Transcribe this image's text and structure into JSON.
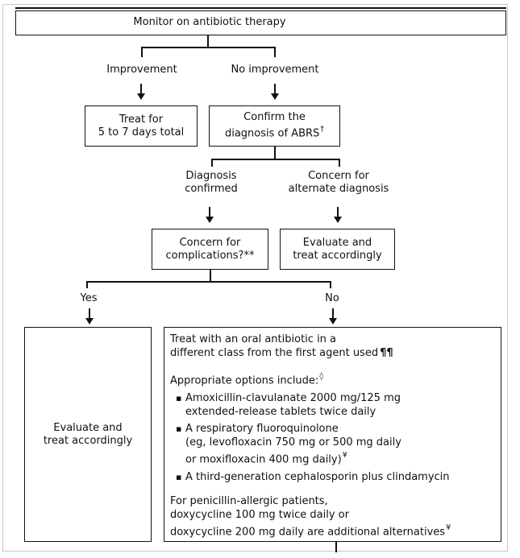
{
  "colors": {
    "line": "#111111",
    "frame": "#c7c7c7",
    "background": "#ffffff"
  },
  "root": {
    "title": "Monitor on antibiotic therapy"
  },
  "split1": {
    "left": "Improvement",
    "right": "No improvement"
  },
  "box_treat_days": {
    "line1": "Treat for",
    "line2": "5 to 7 days total"
  },
  "box_confirm": {
    "line1": "Confirm the",
    "line2": "diagnosis of ABRS",
    "line2_sup": "†"
  },
  "split2": {
    "left_line1": "Diagnosis",
    "left_line2": "confirmed",
    "right_line1": "Concern for",
    "right_line2": "alternate diagnosis"
  },
  "box_complications": {
    "line1": "Concern for",
    "line2": "complications?**"
  },
  "box_evaluate_alt": {
    "line1": "Evaluate and",
    "line2": "treat accordingly"
  },
  "split3": {
    "left": "Yes",
    "right": "No"
  },
  "box_evaluate_yes": {
    "line1": "Evaluate and",
    "line2": "treat accordingly"
  },
  "box_treatment": {
    "para1_line1": "Treat with an oral antibiotic in a",
    "para1_line2": "different class from the first agent used",
    "para1_marker": "¶¶",
    "heading": "Appropriate options include:",
    "heading_sup": "◊",
    "bullet_icon": "▪",
    "bullets": [
      {
        "line1": "Amoxicillin-clavulanate 2000 mg/125 mg",
        "line2": "extended-release tablets twice daily"
      },
      {
        "line1": "A respiratory fluoroquinolone",
        "line2": "(eg, levofloxacin 750 mg or 500 mg daily",
        "line3": "or moxifloxacin 400 mg daily)",
        "line3_sup": "¥"
      },
      {
        "line1": "A third-generation cephalosporin plus clindamycin"
      }
    ],
    "para3_line1": "For penicillin-allergic patients,",
    "para3_line2": "doxycycline 100 mg twice daily or",
    "para3_line3": "doxycycline 200 mg daily are additional alternatives",
    "para3_sup": "¥"
  }
}
